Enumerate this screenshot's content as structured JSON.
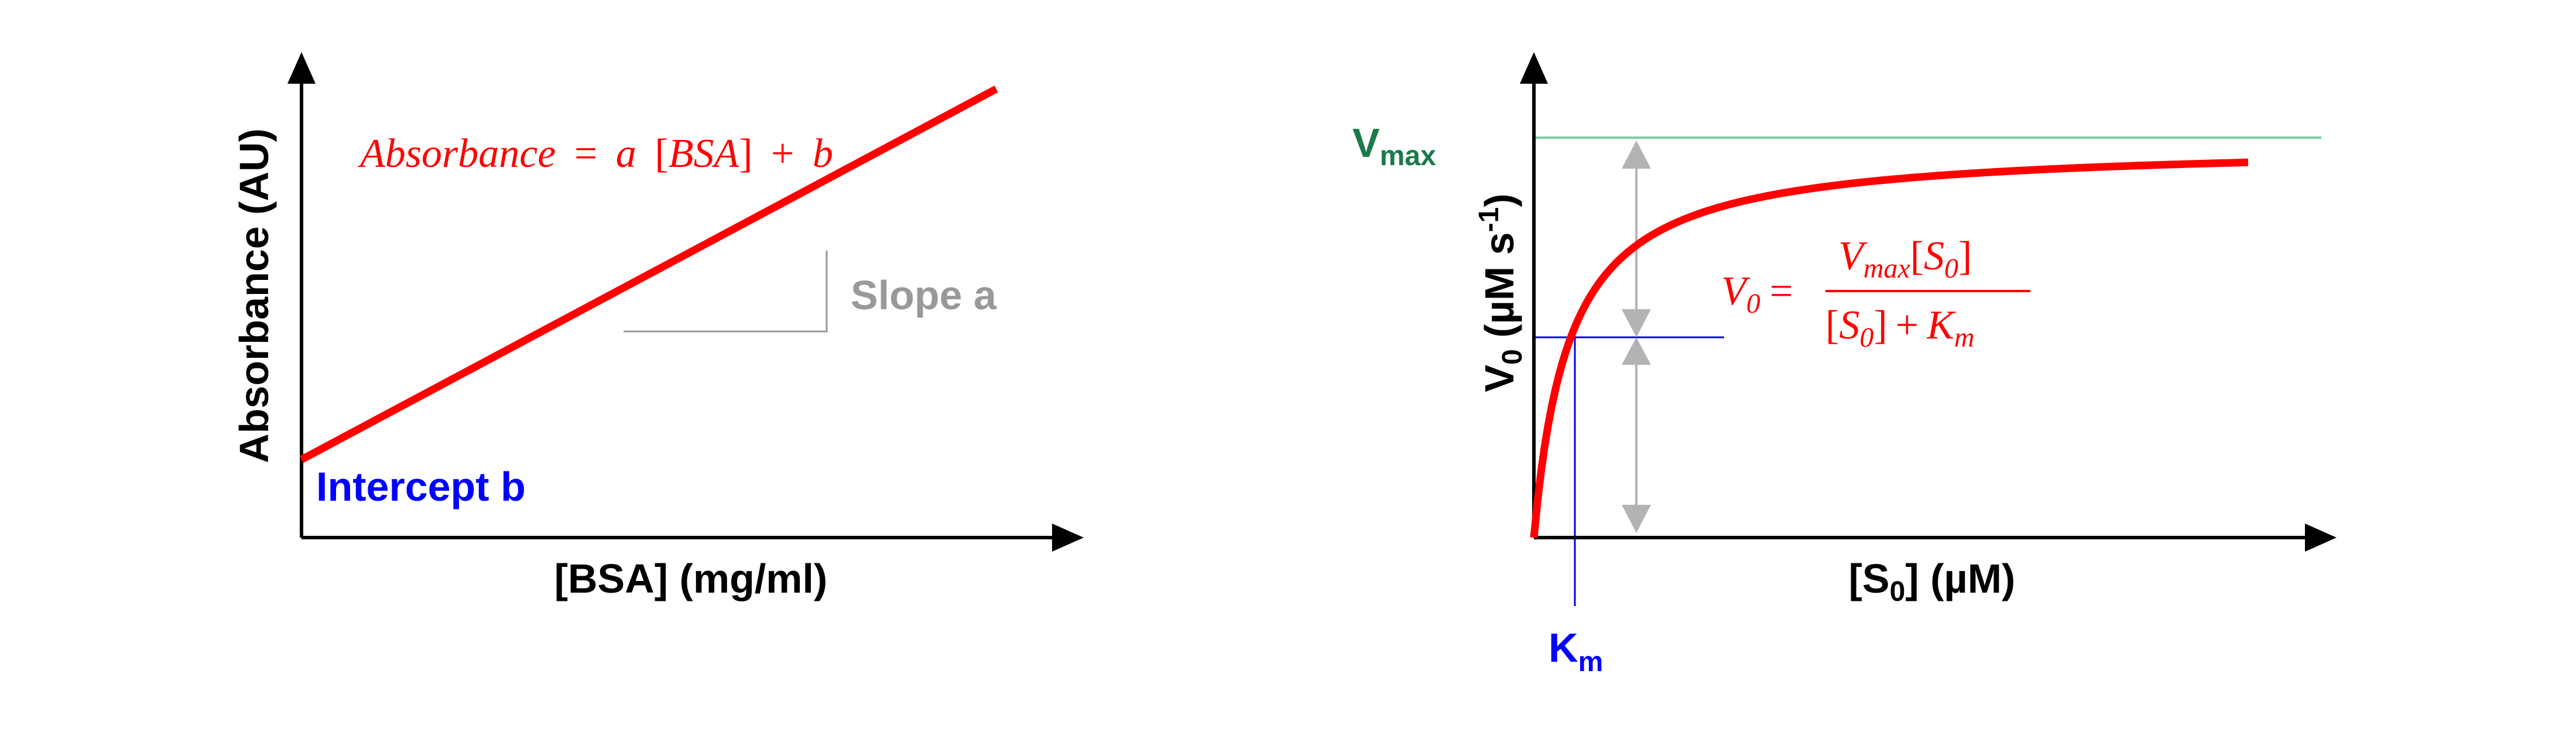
{
  "colors": {
    "curve": "#ff0000",
    "intercept": "#0000ff",
    "slope": "#999999",
    "vmax": "#1a7a4a",
    "vmax_line": "#7fcf9f",
    "km": "#0000ff",
    "arrows": "#b3b3b3",
    "axes": "#000000"
  },
  "left_panel": {
    "y_axis_title": "Absorbance (AU)",
    "x_axis_title": "[BSA] (mg/ml)",
    "equation": {
      "lhs": "Absorbance",
      "equals": "=",
      "a": "a",
      "bracket_open": "[",
      "bsa": "BSA",
      "bracket_close": "]",
      "plus": "+",
      "b": "b"
    },
    "slope_label": "Slope a",
    "intercept_label": "Intercept b",
    "chart_data": {
      "type": "line",
      "series": [
        {
          "x": [
            0,
            1
          ],
          "y": [
            0.17,
            0.98
          ]
        }
      ],
      "xlim": [
        0,
        1.05
      ],
      "ylim": [
        0,
        1.05
      ],
      "grid": false
    }
  },
  "right_panel": {
    "y_axis": {
      "main": "V",
      "sub": "0",
      "units": " (µM s",
      "sup": "-1",
      "close": ")"
    },
    "x_axis": {
      "open": "[S",
      "sub": "0",
      "close": "] (µM)"
    },
    "vmax_label": {
      "main": "V",
      "sub": "max"
    },
    "km_label": {
      "main": "K",
      "sub": "m"
    },
    "equation": {
      "lhs_main": "V",
      "lhs_sub": "0",
      "equals": "=",
      "num_main": "V",
      "num_sub": "max",
      "num_bracket_open": "[",
      "num_s": "S",
      "num_s_sub": "0",
      "num_bracket_close": "]",
      "den_bracket_open": "[",
      "den_s": "S",
      "den_s_sub": "0",
      "den_bracket_close": "]",
      "den_plus": "+",
      "den_k": "K",
      "den_k_sub": "m"
    },
    "chart_data": {
      "type": "line",
      "series": [
        {
          "x": [
            0,
            0.05,
            0.1,
            0.2,
            0.3,
            0.5,
            0.75,
            1.0
          ],
          "formula": "Vmax*S/(Km+S)",
          "vmax": 1.0,
          "km": 0.05
        }
      ],
      "vmax": 1.0,
      "km": 0.05,
      "xlim": [
        0,
        1.0
      ],
      "ylim": [
        0,
        1.0
      ],
      "grid": false
    }
  }
}
